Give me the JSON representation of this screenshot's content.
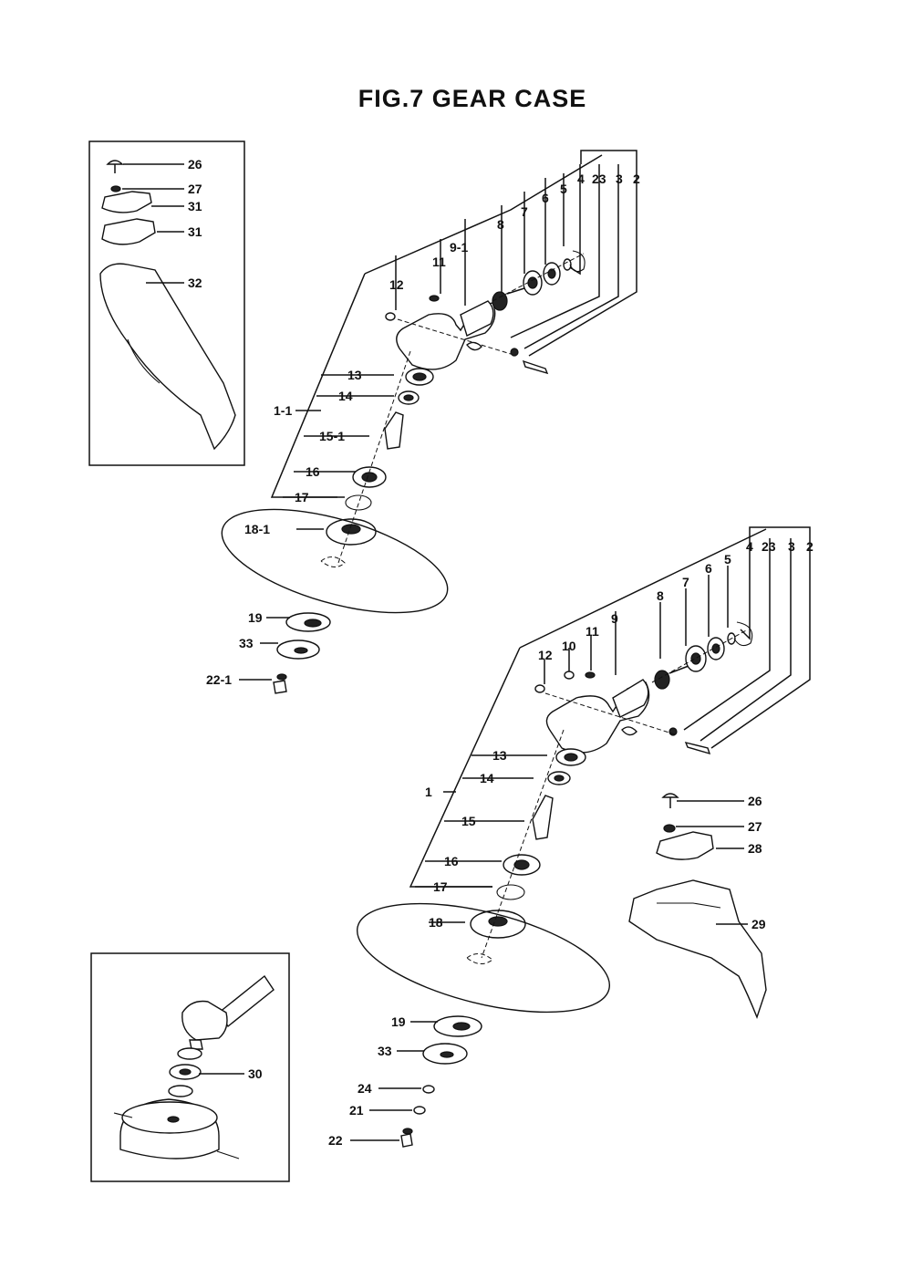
{
  "title": "FIG.7   GEAR CASE",
  "upper_assembly": {
    "top_labels": [
      "4",
      "23",
      "3",
      "2"
    ],
    "col_labels": [
      "12",
      "11",
      "9-1",
      "8",
      "7",
      "6",
      "5"
    ],
    "left_labels": [
      "13",
      "1-1",
      "14",
      "15-1",
      "16",
      "17",
      "18-1"
    ],
    "blade_labels": [
      "19",
      "33",
      "22-1"
    ]
  },
  "lower_assembly": {
    "top_labels": [
      "4",
      "23",
      "3",
      "2"
    ],
    "col_labels": [
      "12",
      "10",
      "11",
      "9",
      "8",
      "7",
      "6",
      "5"
    ],
    "left_labels": [
      "13",
      "1",
      "14",
      "15",
      "16",
      "17",
      "18"
    ],
    "blade_labels": [
      "19",
      "33",
      "24",
      "21",
      "22"
    ]
  },
  "inset_top_left": {
    "labels": [
      "26",
      "27",
      "31",
      "31",
      "32"
    ]
  },
  "guard_right": {
    "labels": [
      "26",
      "27",
      "28",
      "29"
    ]
  },
  "inset_bottom_left": {
    "labels": [
      "30"
    ]
  }
}
